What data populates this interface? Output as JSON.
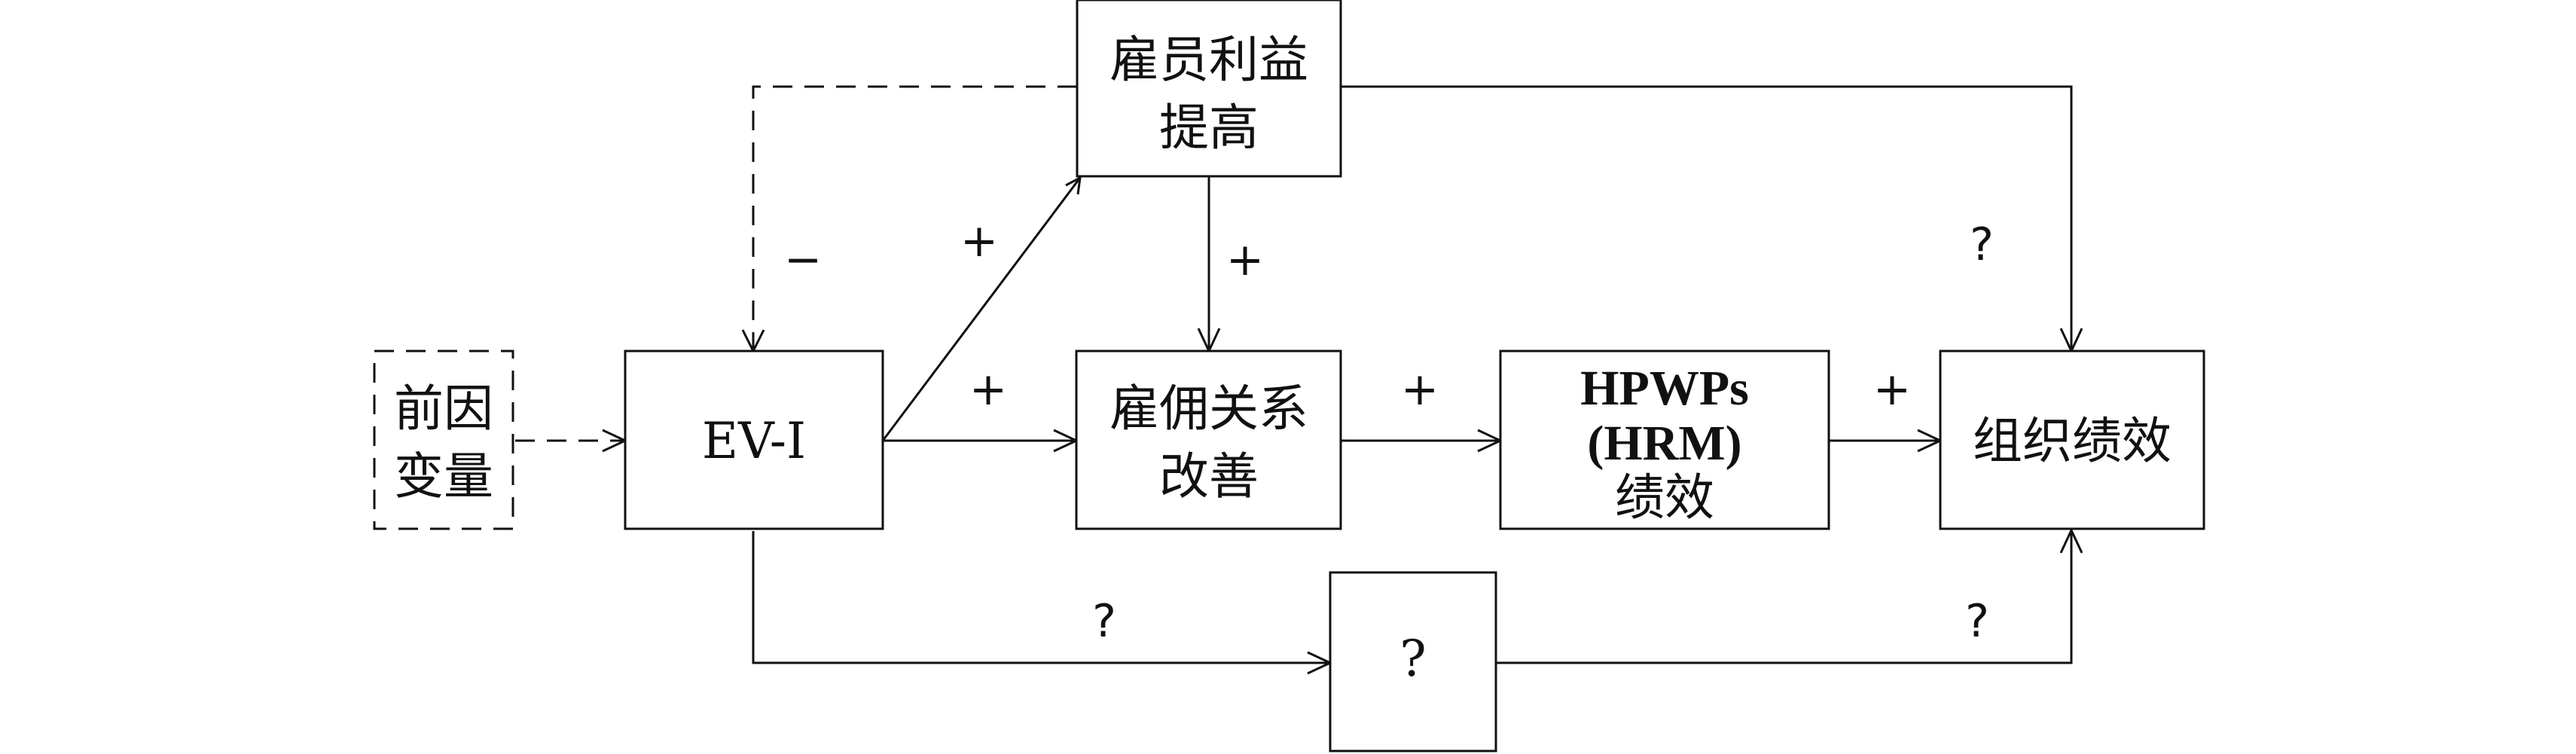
{
  "nodes": {
    "antecedents": [
      "前因",
      "变量"
    ],
    "ev1": [
      "EV-Ⅰ"
    ],
    "employee_benefit": [
      "雇员利益",
      "提高"
    ],
    "relation_improve": [
      "雇佣关系",
      "改善"
    ],
    "hpwps": [
      "HPWPs",
      "(HRM)",
      "绩效"
    ],
    "org_performance": [
      "组织绩效"
    ],
    "unknown": [
      "?"
    ]
  },
  "edge_labels": {
    "ev1_to_benefit": "+",
    "ev1_to_relation": "+",
    "benefit_to_relation": "+",
    "benefit_to_ev1": "−",
    "relation_to_hpwps": "+",
    "hpwps_to_org": "+",
    "benefit_to_org": "?",
    "ev1_to_unknown": "?",
    "unknown_to_org": "?"
  }
}
